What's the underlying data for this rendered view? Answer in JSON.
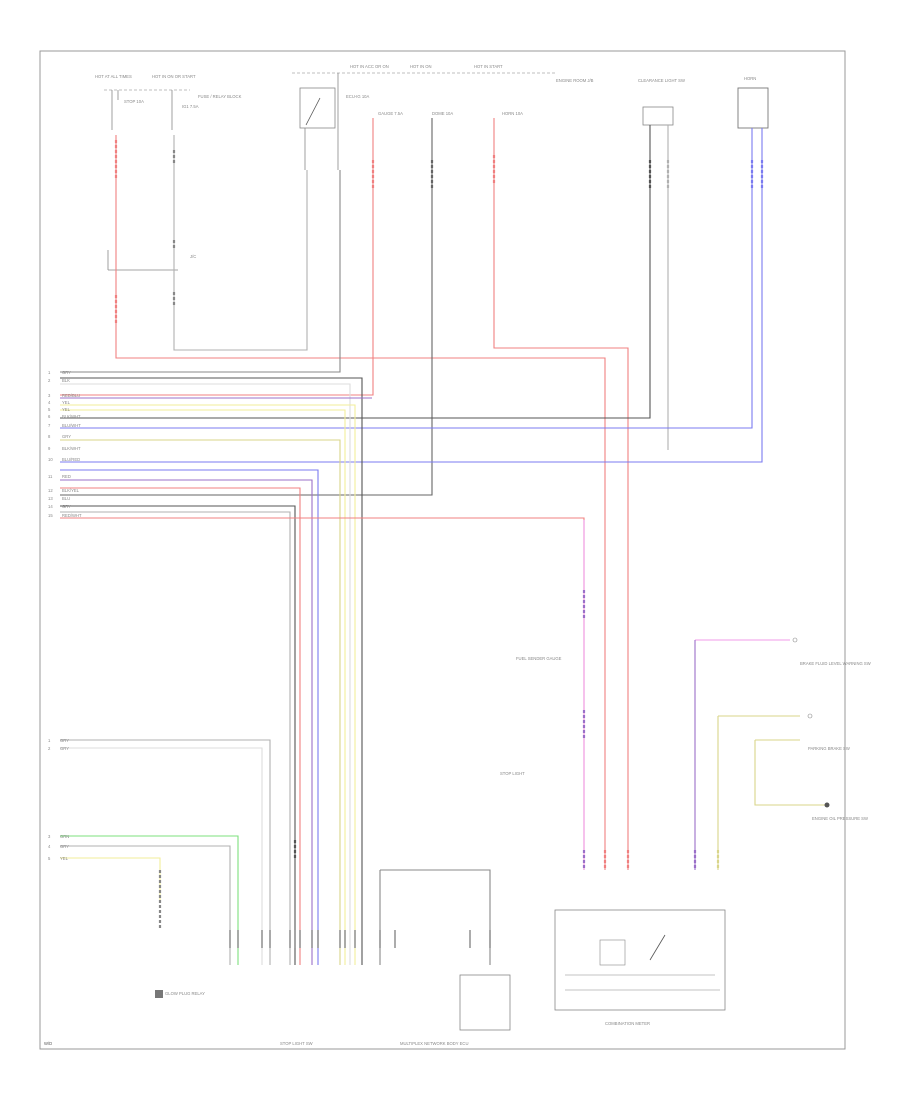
{
  "diagram": {
    "frame_corner_label": "W/D",
    "colors": {
      "red": "#f08080",
      "black": "#555555",
      "gray": "#b0b0b0",
      "yellow": "#f2ee9a",
      "blue": "#7b7bf0",
      "purple": "#9b70c8",
      "green": "#7de07d",
      "pink": "#f09be8",
      "olive": "#d9d58a",
      "white": "#dddddd"
    },
    "top_components": [
      {
        "label": "HOT AT ALL TIMES"
      },
      {
        "label": "HOT IN ON OR START"
      },
      {
        "label": "FUSE / RELAY BLOCK"
      },
      {
        "label": "HOT IN ACC OR ON"
      },
      {
        "label": "HOT IN ON"
      },
      {
        "label": "HOT IN START"
      },
      {
        "label": "ENGINE ROOM J/B"
      },
      {
        "label": "CLEARANCE LIGHT SW"
      },
      {
        "label": "HORN"
      }
    ],
    "fuses": [
      {
        "label": "STOP 10A"
      },
      {
        "label": "IG1 7.5A"
      },
      {
        "label": "ECU-IG 10A"
      },
      {
        "label": "GAUGE 7.5A"
      },
      {
        "label": "DOME 10A"
      },
      {
        "label": "HORN 10A"
      }
    ],
    "harness_wires": [
      {
        "pin": "1",
        "color": "GRY"
      },
      {
        "pin": "2",
        "color": "BLK"
      },
      {
        "pin": "3",
        "color": "RED/BLU"
      },
      {
        "pin": "4",
        "color": "YEL"
      },
      {
        "pin": "5",
        "color": "YEL"
      },
      {
        "pin": "6",
        "color": "BLK/WHT"
      },
      {
        "pin": "7",
        "color": "BLU/WHT"
      },
      {
        "pin": "8",
        "color": "GRY"
      },
      {
        "pin": "9",
        "color": "BLK/WHT"
      },
      {
        "pin": "10",
        "color": "BLU/RED"
      },
      {
        "pin": "11",
        "color": "RED"
      },
      {
        "pin": "12",
        "color": "BLK/YEL"
      },
      {
        "pin": "13",
        "color": "BLU"
      },
      {
        "pin": "14",
        "color": "GRY"
      },
      {
        "pin": "15",
        "color": "RED/WHT"
      }
    ],
    "left_lower_wires": [
      {
        "pin": "1",
        "color": "GRY"
      },
      {
        "pin": "2",
        "color": "GRY"
      },
      {
        "pin": "3",
        "color": "GRN"
      },
      {
        "pin": "4",
        "color": "GRY"
      },
      {
        "pin": "5",
        "color": "YEL"
      }
    ],
    "bottom_components": [
      {
        "label": "GLOW PLUG RELAY"
      },
      {
        "label": "MULTIPLEX NETWORK BODY ECU"
      },
      {
        "label": "COMBINATION METER"
      },
      {
        "label": "STOP LIGHT SW"
      }
    ],
    "right_side_components": [
      {
        "label": "BRAKE FLUID LEVEL WARNING SW"
      },
      {
        "label": "PARKING BRAKE SW"
      },
      {
        "label": "ENGINE OIL PRESSURE SW"
      },
      {
        "label": "FUEL SENDER GAUGE"
      }
    ]
  }
}
